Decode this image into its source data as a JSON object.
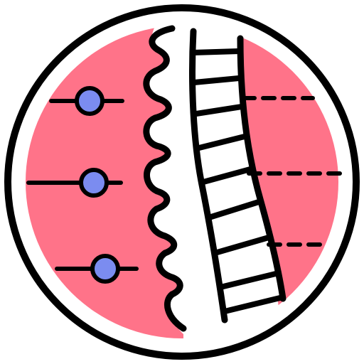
{
  "icon": {
    "name": "spine-scoliosis-icon",
    "colors": {
      "outline": "#000000",
      "background": "#ffffff",
      "accent_fill": "#ff7389",
      "marker_fill": "#7b8cf0",
      "vertebra_fill": "#ffffff"
    },
    "markers": [
      {
        "name": "marker-upper"
      },
      {
        "name": "marker-middle"
      },
      {
        "name": "marker-lower"
      }
    ],
    "dashed_lines": [
      {
        "name": "dashed-line-upper"
      },
      {
        "name": "dashed-line-middle"
      },
      {
        "name": "dashed-line-lower"
      }
    ]
  }
}
